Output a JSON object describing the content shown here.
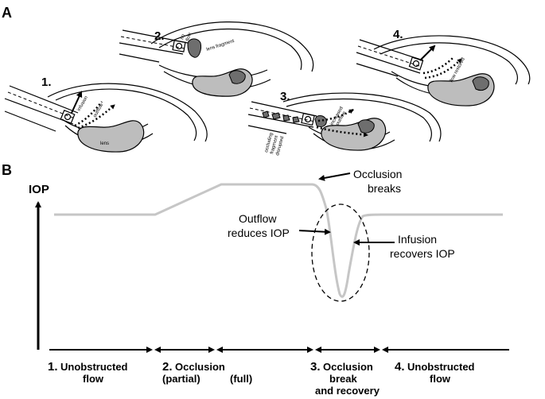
{
  "panels": {
    "a": "A",
    "b": "B"
  },
  "steps": [
    {
      "num": "1.",
      "labels": {
        "infusion": "infusion",
        "outflow": "outflow",
        "lens": "lens"
      }
    },
    {
      "num": "2.",
      "labels": {
        "no_flow_1": "no",
        "no_flow_2": "flow",
        "fragment": "lens fragment"
      }
    },
    {
      "num": "3.",
      "labels": {
        "increased_1": "increased",
        "increased_2": "outflow",
        "occ_1": "occluding",
        "occ_2": "fragment",
        "occ_3": "disrupted"
      }
    },
    {
      "num": "4.",
      "labels": {
        "flow_restored": "flow restored"
      }
    }
  ],
  "graph": {
    "ylabel": "IOP",
    "annotations": {
      "breaks_1": "Occlusion",
      "breaks_2": "breaks",
      "outflow_1": "Outflow",
      "outflow_2": "reduces IOP",
      "infusion_1": "Infusion",
      "infusion_2": "recovers IOP"
    },
    "phases": [
      {
        "num": "1.",
        "line1": "Unobstructed",
        "line2": "flow"
      },
      {
        "num": "2.",
        "line1": "Occlusion",
        "line2": "(partial)"
      },
      {
        "num": "",
        "line1": "",
        "line2": "(full)"
      },
      {
        "num": "3.",
        "line1": "Occlusion",
        "line2": "break",
        "line3": "and recovery"
      },
      {
        "num": "4.",
        "line1": "Unobstructed",
        "line2": "flow"
      }
    ]
  },
  "colors": {
    "curve": "#c6c6c6",
    "lens": "#bdbdbd",
    "fragment": "#6e6e6e"
  }
}
